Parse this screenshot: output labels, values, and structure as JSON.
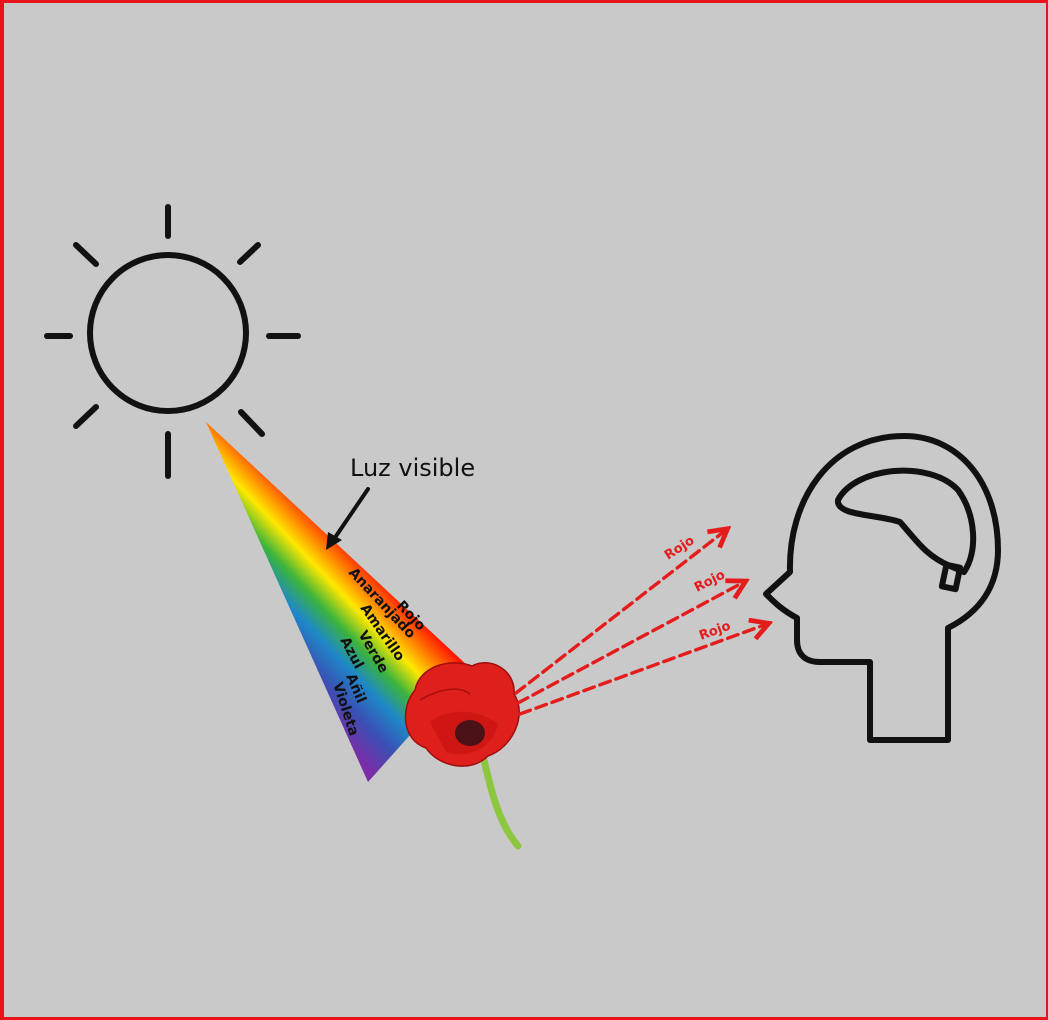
{
  "labels": {
    "visible_light": "Luz visible"
  },
  "spectrum_bands": [
    "Rojo",
    "Anaranjado",
    "Amarillo",
    "Verde",
    "Azul",
    "Añil",
    "Violeta"
  ],
  "reflected_labels": [
    "Rojo",
    "Rojo",
    "Rojo"
  ],
  "colors": {
    "background": "#c9c9c9",
    "frame": "#e8141c",
    "outline": "#111111",
    "reflected": "#e41c1c",
    "flower": "#de1f1c",
    "stem": "#8dc63f"
  },
  "icons": [
    "sun-icon",
    "poppy-flower-icon",
    "human-head-brain-icon",
    "arrow-icon"
  ]
}
